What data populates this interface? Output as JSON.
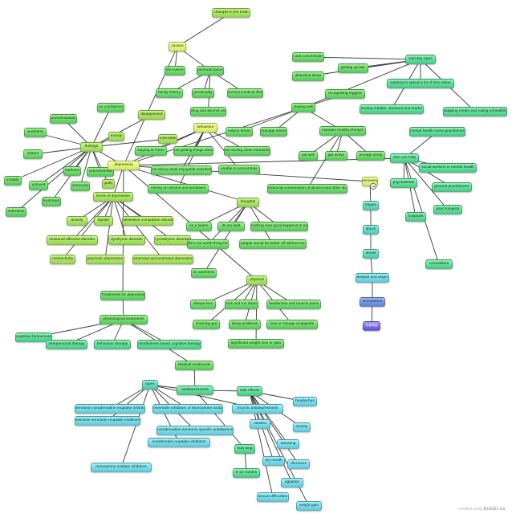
{
  "mindmap": {
    "nodes": [
      {
        "id": "changes_brain",
        "label": "changes in the brain",
        "color": "yg"
      },
      {
        "id": "causes",
        "label": "causes",
        "color": "ly"
      },
      {
        "id": "life_events",
        "label": "life events",
        "color": "g"
      },
      {
        "id": "personal_factors",
        "label": "personal factors",
        "color": "g"
      },
      {
        "id": "family_history",
        "label": "family history",
        "color": "g"
      },
      {
        "id": "personality",
        "label": "personality",
        "color": "g"
      },
      {
        "id": "serious_medical",
        "label": "serious medical illness",
        "color": "g"
      },
      {
        "id": "drug_alcohol_use",
        "label": "drug and alcohol use",
        "color": "g"
      },
      {
        "id": "no_confidence",
        "label": "no confidence",
        "color": "g"
      },
      {
        "id": "disappointed",
        "label": "disappointed",
        "color": "yg"
      },
      {
        "id": "unenthusiastic",
        "label": "unenthusiastic",
        "color": "g"
      },
      {
        "id": "moody",
        "label": "moody",
        "color": "yg"
      },
      {
        "id": "miserable",
        "label": "miserable",
        "color": "yg"
      },
      {
        "id": "worthless",
        "label": "worthless",
        "color": "g"
      },
      {
        "id": "feelings",
        "label": "feelings",
        "color": "yg"
      },
      {
        "id": "distant",
        "label": "distant",
        "color": "g"
      },
      {
        "id": "irritable",
        "label": "irritable",
        "color": "g"
      },
      {
        "id": "sadness",
        "label": "sadness",
        "color": "g"
      },
      {
        "id": "overwhelmed",
        "label": "overwhelmed",
        "color": "g"
      },
      {
        "id": "guilty",
        "label": "guilty",
        "color": "yg"
      },
      {
        "id": "unloved",
        "label": "unloved",
        "color": "g"
      },
      {
        "id": "insecurity",
        "label": "insecurity",
        "color": "g"
      },
      {
        "id": "frustrated",
        "label": "frustrated",
        "color": "g"
      },
      {
        "id": "indecisive",
        "label": "indecisive",
        "color": "g"
      },
      {
        "id": "depression",
        "label": "depression",
        "color": "ly"
      },
      {
        "id": "behaviour",
        "label": "behaviour",
        "color": "ly"
      },
      {
        "id": "staying_home",
        "label": "staying at home",
        "color": "g"
      },
      {
        "id": "not_getting_done",
        "label": "not getting things done",
        "color": "g"
      },
      {
        "id": "not_seeing_friends",
        "label": "not seeing close friends/family",
        "color": "g"
      },
      {
        "id": "not_enjoyable",
        "label": "not doing usual enjoyable activities",
        "color": "g"
      },
      {
        "id": "unable_concentrate",
        "label": "unable to concentrate",
        "color": "g"
      },
      {
        "id": "reduce_stress",
        "label": "reduce stress",
        "color": "g"
      },
      {
        "id": "manage_stress",
        "label": "manage stress",
        "color": "g"
      },
      {
        "id": "staying_well",
        "label": "staying well",
        "color": "g"
      },
      {
        "id": "cant_concentrate",
        "label": "cant concentrate",
        "color": "g"
      },
      {
        "id": "getting_up_late",
        "label": "getting up late",
        "color": "g"
      },
      {
        "id": "warning_signs",
        "label": "warning signs",
        "color": "gt"
      },
      {
        "id": "disturbed_sleep",
        "label": "disturbed sleep",
        "color": "g"
      },
      {
        "id": "recognising_triggers",
        "label": "recognising triggers",
        "color": "g"
      },
      {
        "id": "wanting_alone",
        "label": "wanting to spend a lot of time alone",
        "color": "gt"
      },
      {
        "id": "feeling_irritable",
        "label": "feeling irritable, stressed and tearful",
        "color": "gt"
      },
      {
        "id": "skipping_meals",
        "label": "skipping meals and eating unhealthily",
        "color": "gt"
      },
      {
        "id": "healthy_lifestyle",
        "label": "maintain healthy lifestyle",
        "color": "g"
      },
      {
        "id": "mental_health_nurse",
        "label": "mental health nurse practitioners",
        "color": "gt"
      },
      {
        "id": "eat_well",
        "label": "eat well",
        "color": "g"
      },
      {
        "id": "get_active",
        "label": "get active",
        "color": "g"
      },
      {
        "id": "enough_sleep",
        "label": "enough sleep",
        "color": "g"
      },
      {
        "id": "who_can_help",
        "label": "who can help",
        "color": "gt"
      },
      {
        "id": "social_workers",
        "label": "social workers in mental health",
        "color": "gt"
      },
      {
        "id": "reducing_alcohol",
        "label": "reducing consumption of alcohol and other drugs",
        "color": "g"
      },
      {
        "id": "recovery",
        "label": "recovery",
        "color": "ly"
      },
      {
        "id": "psychiatrists",
        "label": "psychiatrists",
        "color": "gt"
      },
      {
        "id": "general_practitioners",
        "label": "general practitioners",
        "color": "gt"
      },
      {
        "id": "stages",
        "label": "stages",
        "color": "t"
      },
      {
        "id": "hospitals",
        "label": "hospitals",
        "color": "gt"
      },
      {
        "id": "psychologists",
        "label": "psychologists",
        "color": "gt"
      },
      {
        "id": "shock",
        "label": "shock",
        "color": "t"
      },
      {
        "id": "denial",
        "label": "denial",
        "color": "t"
      },
      {
        "id": "counsellors",
        "label": "counsellors",
        "color": "gt"
      },
      {
        "id": "despair_anger",
        "label": "despair and anger",
        "color": "c"
      },
      {
        "id": "acceptance",
        "label": "acceptance",
        "color": "b"
      },
      {
        "id": "coping",
        "label": "coping",
        "color": "v"
      },
      {
        "id": "relying_alcohol",
        "label": "relying on alcohol and sedatives",
        "color": "g"
      },
      {
        "id": "forms_depression",
        "label": "forms of depression",
        "color": "yg"
      },
      {
        "id": "thoughts",
        "label": "thoughts",
        "color": "yg"
      },
      {
        "id": "anxiety",
        "label": "anxiety",
        "color": "yg"
      },
      {
        "id": "bipolar",
        "label": "bipolar",
        "color": "yg"
      },
      {
        "id": "ocd",
        "label": "obsessive compulsive disorder",
        "color": "yg"
      },
      {
        "id": "im_failure",
        "label": "im a failure",
        "color": "g"
      },
      {
        "id": "its_my_fault",
        "label": "its my fault",
        "color": "g"
      },
      {
        "id": "nothing_good",
        "label": "nothing ever good happens to me",
        "color": "g"
      },
      {
        "id": "sad",
        "label": "seasonal affective disorder",
        "color": "yg"
      },
      {
        "id": "dysthymic",
        "label": "dysthymic disorder",
        "color": "yg"
      },
      {
        "id": "cyclothymic",
        "label": "cyclothymic disorder",
        "color": "yg"
      },
      {
        "id": "life_not_worth",
        "label": "life's not worth living for",
        "color": "g"
      },
      {
        "id": "better_off",
        "label": "people would be better off without me",
        "color": "g"
      },
      {
        "id": "melancholia",
        "label": "melancholia",
        "color": "yg"
      },
      {
        "id": "psychotic_depression",
        "label": "psychotic depression",
        "color": "yg"
      },
      {
        "id": "antenatal_postnatal",
        "label": "antenatal and postnatal depression",
        "color": "yg"
      },
      {
        "id": "im_worthless",
        "label": "im worthless",
        "color": "g"
      },
      {
        "id": "physical",
        "label": "physical",
        "color": "yg"
      },
      {
        "id": "treatments",
        "label": "Treatments for depression",
        "color": "g"
      },
      {
        "id": "sleeps_less",
        "label": "sleeps less",
        "color": "g"
      },
      {
        "id": "sick_run_down",
        "label": "sick and run down",
        "color": "g"
      },
      {
        "id": "headaches_muscle",
        "label": "headaches and muscle pains",
        "color": "g"
      },
      {
        "id": "psych_treatments",
        "label": "physiological treatments",
        "color": "g"
      },
      {
        "id": "churning_gut",
        "label": "churning gut",
        "color": "g"
      },
      {
        "id": "sleep_problems",
        "label": "sleep problems",
        "color": "g"
      },
      {
        "id": "loss_appetite",
        "label": "loss or change of appetite",
        "color": "g"
      },
      {
        "id": "cbt",
        "label": "cognitive behavioural therapy",
        "color": "gt"
      },
      {
        "id": "interpersonal",
        "label": "interpersonal therapy",
        "color": "gt"
      },
      {
        "id": "behaviour_therapy",
        "label": "behaviour therapy",
        "color": "gt"
      },
      {
        "id": "mindfulness",
        "label": "mindfulness based cognitive therapy",
        "color": "gt"
      },
      {
        "id": "weight_loss_gain",
        "label": "significant weight loss or gain",
        "color": "g"
      },
      {
        "id": "medical_treatments",
        "label": "Medical treatments",
        "color": "g"
      },
      {
        "id": "types",
        "label": "types",
        "color": "t"
      },
      {
        "id": "antidepressants",
        "label": "antidepressants",
        "color": "gt"
      },
      {
        "id": "side_effects",
        "label": "side effects",
        "color": "gt"
      },
      {
        "id": "headaches",
        "label": "headaches",
        "color": "c"
      },
      {
        "id": "ssri_serotonin",
        "label": "serotonin noradrenaline reuptake inhibitors",
        "color": "c"
      },
      {
        "id": "rima",
        "label": "reversible inhibitors of Monoamine oxidase",
        "color": "c"
      },
      {
        "id": "tricyclic",
        "label": "tricyclic antidepressants",
        "color": "c"
      },
      {
        "id": "ssri_selective",
        "label": "selective serotonin reuptake inhibitors",
        "color": "c"
      },
      {
        "id": "anxiety_side",
        "label": "anxiety",
        "color": "c"
      },
      {
        "id": "nassa",
        "label": "noradrenaline-serotonin specific antidepressants",
        "color": "c"
      },
      {
        "id": "nausea",
        "label": "nausea",
        "color": "c"
      },
      {
        "id": "sweating",
        "label": "sweating",
        "color": "c"
      },
      {
        "id": "nari",
        "label": "noradrenalin reuptake inhibitors",
        "color": "c"
      },
      {
        "id": "how_long",
        "label": "how long",
        "color": "gt"
      },
      {
        "id": "dry_mouth",
        "label": "dry mouth",
        "color": "c"
      },
      {
        "id": "dizziness",
        "label": "dizziness",
        "color": "c"
      },
      {
        "id": "monoamine_oxidase",
        "label": "monoamine oxidase inhibitors",
        "color": "c"
      },
      {
        "id": "six_twelve",
        "label": "6-12 months",
        "color": "gt"
      },
      {
        "id": "agitation",
        "label": "agitation",
        "color": "c"
      },
      {
        "id": "sexual_difficulties",
        "label": "sexual difficulties",
        "color": "c"
      },
      {
        "id": "weight_gain",
        "label": "weight gain",
        "color": "c"
      }
    ]
  },
  "credit": {
    "prefix": "created using",
    "brand": "bubbl.us"
  }
}
